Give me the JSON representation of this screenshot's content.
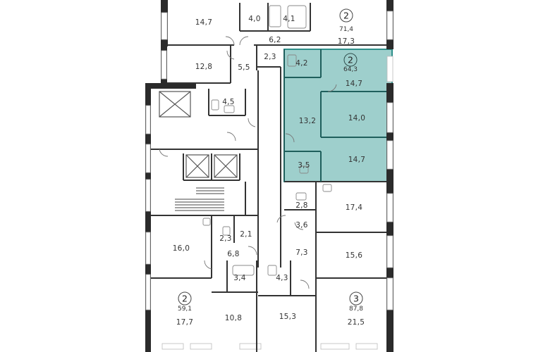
{
  "plan": {
    "colors": {
      "wall": "#2b2b2b",
      "highlight_fill": "#9ecfcc",
      "highlight_stroke": "#2f8f8a",
      "circle_stroke": "#444444"
    },
    "highlighted_apartment": {
      "rooms": "2",
      "area": "64,3",
      "room_areas": [
        "4,2",
        "14,7",
        "13,2",
        "14,0",
        "3,5",
        "14,7"
      ]
    },
    "apartment_markers": [
      {
        "id": "apt-top-right",
        "rooms": "2",
        "area": "71,4"
      },
      {
        "id": "apt-highlight",
        "rooms": "2",
        "area": "64,3"
      },
      {
        "id": "apt-bottom-left",
        "rooms": "2",
        "area": "59,1"
      },
      {
        "id": "apt-bottom-right",
        "rooms": "3",
        "area": "87,8"
      }
    ],
    "room_labels": [
      "14,7",
      "4,0",
      "4,1",
      "17,3",
      "6,2",
      "2,3",
      "12,8",
      "5,5",
      "4,2",
      "14,7",
      "4,5",
      "13,2",
      "14,0",
      "3,5",
      "14,7",
      "2,8",
      "17,4",
      "3,6",
      "2,3",
      "2,1",
      "16,0",
      "6,8",
      "7,3",
      "15,6",
      "3,4",
      "4,3",
      "17,7",
      "10,8",
      "15,3",
      "21,5"
    ]
  }
}
